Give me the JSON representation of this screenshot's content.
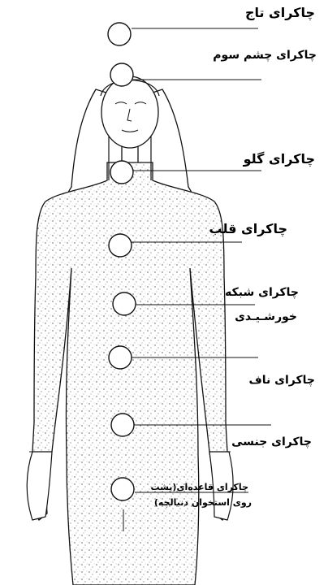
{
  "labels": {
    "crown": "چاکرای تاج",
    "third_eye": "چاکرای چشم سوم",
    "throat": "چاکرای گلو",
    "heart": "چاکرای قلب",
    "solar_line1": "چاکرای شبکه",
    "solar_line2": "خورشـیـدی",
    "navel": "چاکرای ناف",
    "sacral": "چاکرای جنسی",
    "root_line1": "چاکرای قاعده‌ای(پشت",
    "root_line2": "روی استخوان دنبالچه)"
  }
}
